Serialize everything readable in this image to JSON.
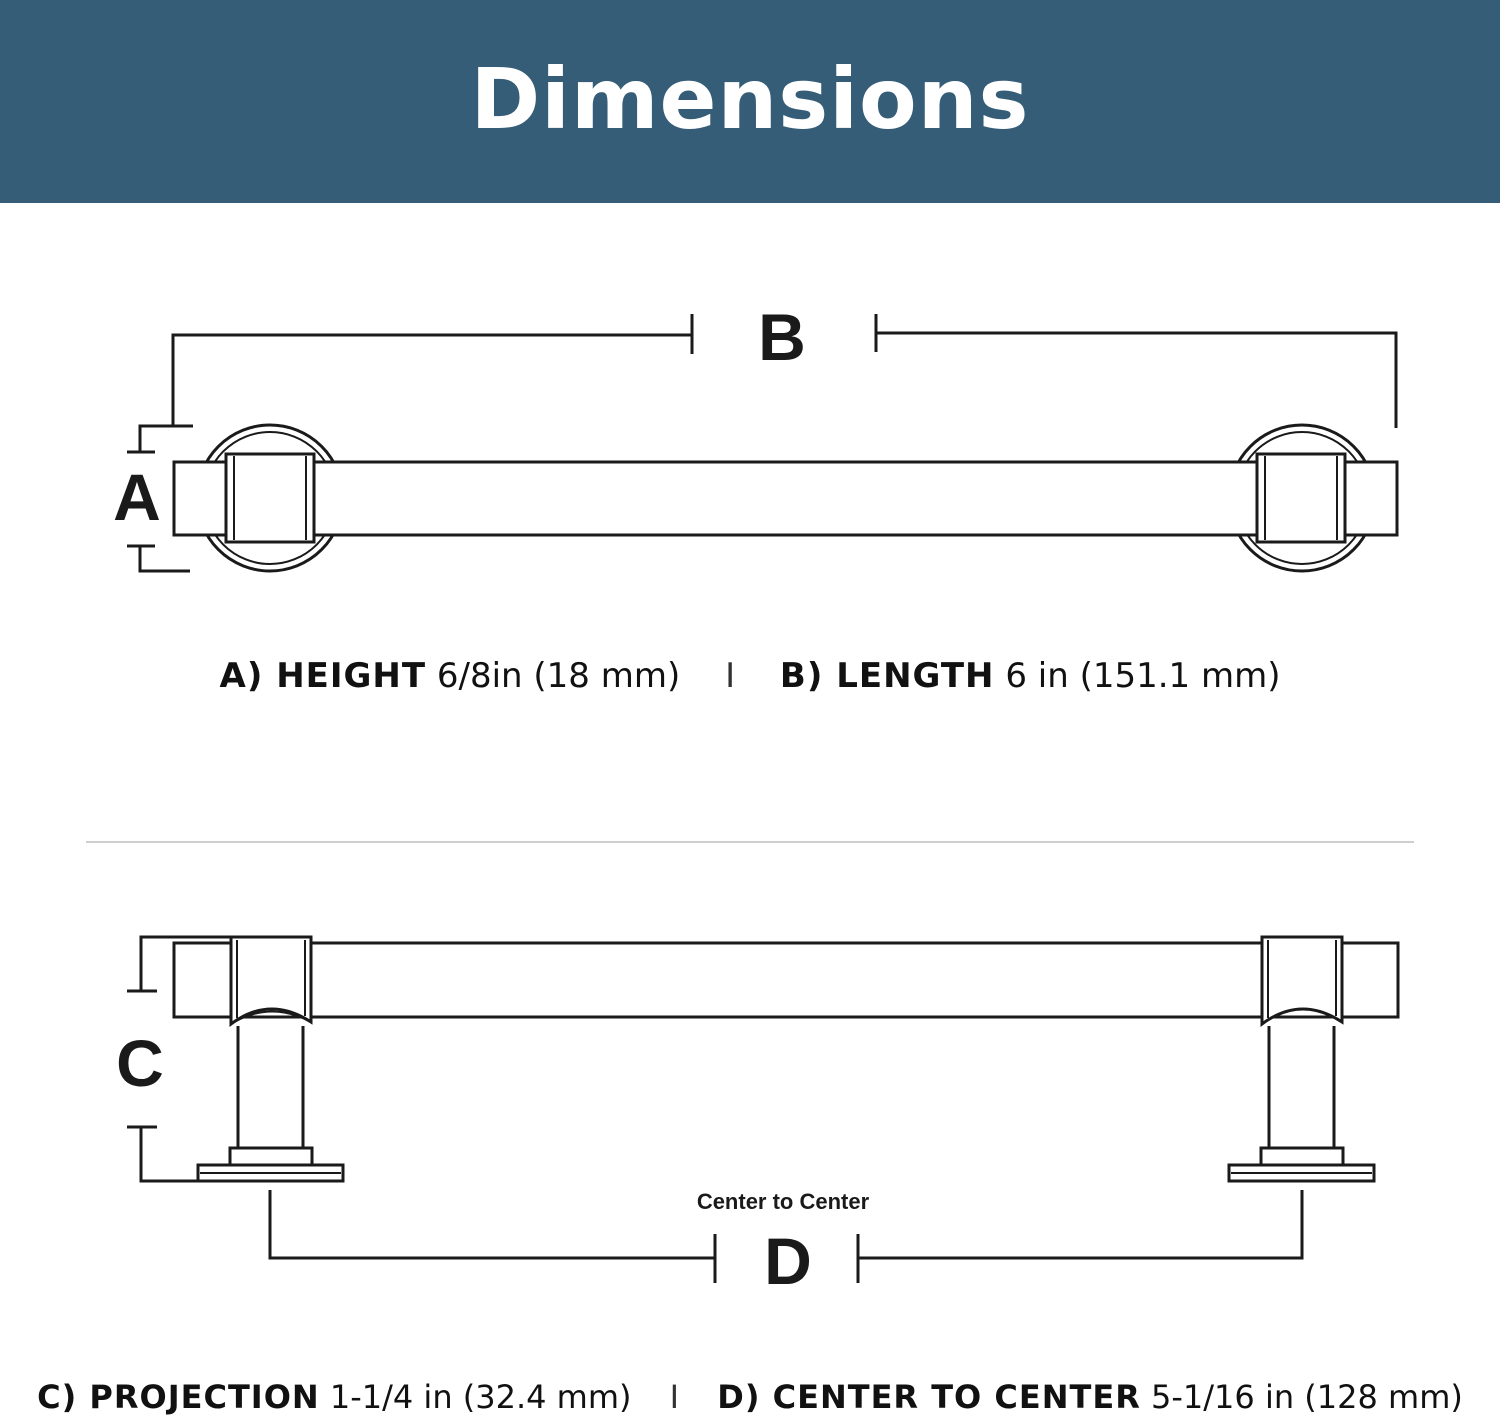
{
  "header": {
    "title": "Dimensions",
    "background_color": "#365d77"
  },
  "colors": {
    "line": "#1a1a1a",
    "divider": "#cfcfcf"
  },
  "labels": {
    "a": "A",
    "b": "B",
    "c": "C",
    "d": "D",
    "center_to_center": "Center to Center"
  },
  "specs_top": {
    "a_key": "A) HEIGHT",
    "a_value": "6/8in (18 mm)",
    "separator": "I",
    "b_key": "B) LENGTH",
    "b_value": "6 in (151.1 mm)"
  },
  "specs_bottom": {
    "c_key": "C) PROJECTION",
    "c_value": "1-1/4 in (32.4 mm)",
    "separator": "I",
    "d_key": "D) CENTER TO CENTER",
    "d_value": "5-1/16 in (128 mm)"
  }
}
